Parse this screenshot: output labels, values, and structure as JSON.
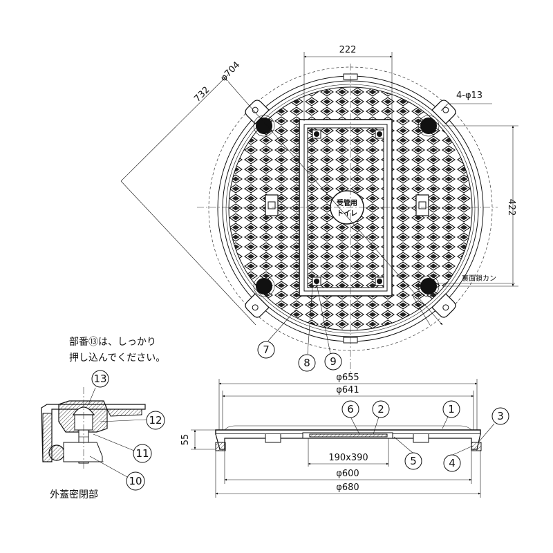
{
  "top_view": {
    "dim_width": "222",
    "dim_outer_diagonal": "732",
    "dim_cover_diameter": "φ704",
    "dim_holes": "4-φ13",
    "dim_height": "422",
    "label_cover_text": "受管用",
    "label_cover_text2": "トイレ",
    "label_back_lock": "裏面鎖カン"
  },
  "callouts": {
    "n1": "1",
    "n2": "2",
    "n3": "3",
    "n4": "4",
    "n5": "5",
    "n6": "6",
    "n7": "7",
    "n8": "8",
    "n9": "9",
    "n10": "10",
    "n11": "11",
    "n12": "12",
    "n13": "13"
  },
  "section_view": {
    "dim_655": "φ655",
    "dim_641": "φ641",
    "dim_55": "55",
    "dim_opening": "190x390",
    "dim_600": "φ600",
    "dim_680": "φ680"
  },
  "detail_view": {
    "note_line1": "部番⑬は、しっかり",
    "note_line2": "押し込んでください。",
    "caption": "外蓋密閉部"
  }
}
